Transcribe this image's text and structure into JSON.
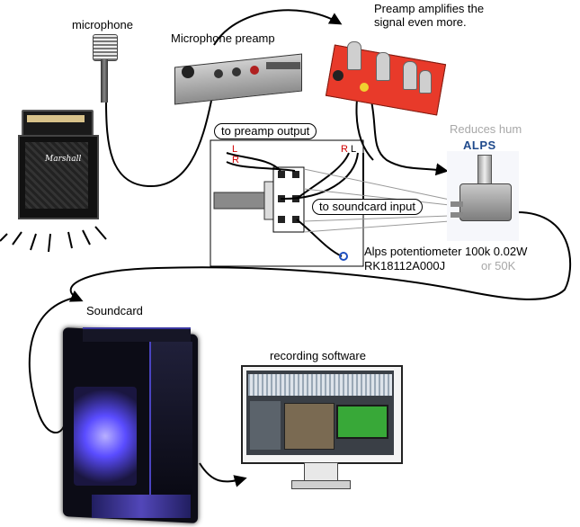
{
  "labels": {
    "microphone": "microphone",
    "preamp": "Microphone preamp",
    "preamp_note": "Preamp amplifies the\nsignal even more.",
    "reduces_hum": "Reduces hum",
    "alps_logo": "ALPS",
    "to_preamp_output": "to preamp output",
    "to_soundcard_input": "to  soundcard  input",
    "pot_line1": "Alps potentiometer 100k 0.02W",
    "pot_line2": "RK18112A000J",
    "pot_alt": "or 50K",
    "soundcard": "Soundcard",
    "recording_software": "recording software",
    "pin_l_left": "L",
    "pin_r_left": "R",
    "pin_r_right": "R",
    "pin_l_right": "L"
  },
  "colors": {
    "pin_label": "#d00000",
    "alps_brand": "#1f4a8c",
    "grey_text": "#a8a8a8",
    "case_glow": "#5a4cff"
  },
  "icons": {
    "microphone": "microphone-icon",
    "amplifier": "guitar-amplifier-icon",
    "preamp": "preamp-box-icon",
    "preamp_board": "tube-board-icon",
    "potentiometer": "potentiometer-icon",
    "computer": "pc-case-icon",
    "monitor": "monitor-icon"
  }
}
